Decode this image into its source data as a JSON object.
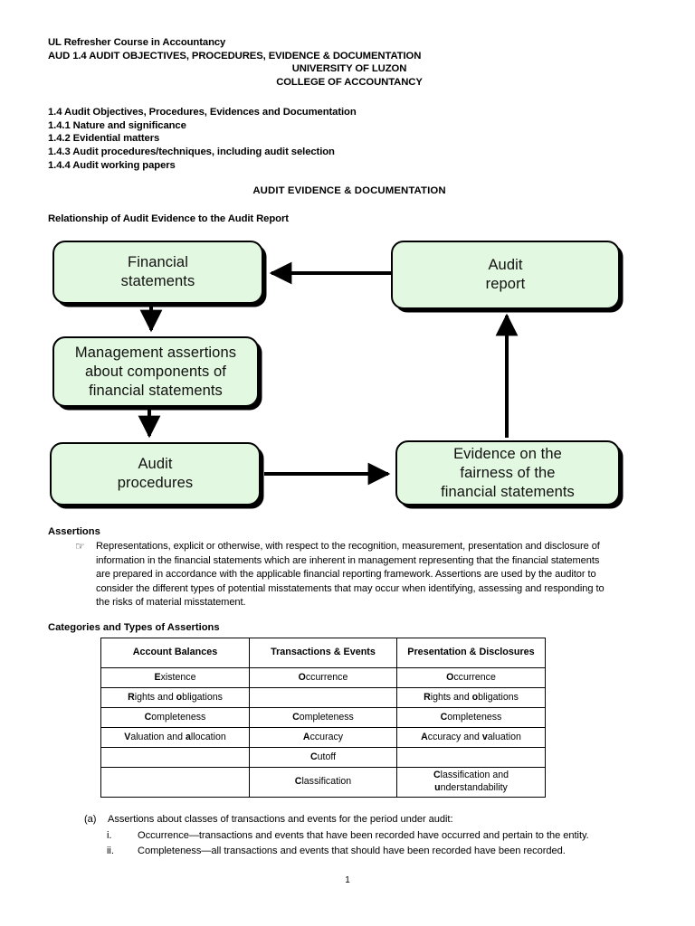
{
  "header": {
    "lines": [
      {
        "text": "UL Refresher Course in Accountancy",
        "align": "left"
      },
      {
        "text": "AUD 1.4 AUDIT OBJECTIVES, PROCEDURES, EVIDENCE & DOCUMENTATION",
        "align": "left"
      },
      {
        "text": "UNIVERSITY OF LUZON",
        "align": "center"
      },
      {
        "text": "COLLEGE OF ACCOUNTANCY",
        "align": "center"
      }
    ]
  },
  "outline": {
    "items": [
      "1.4 Audit Objectives, Procedures, Evidences and Documentation",
      "1.4.1 Nature and significance",
      "1.4.2 Evidential matters",
      "1.4.3 Audit procedures/techniques, including audit selection",
      "1.4.4 Audit working papers"
    ]
  },
  "section_title": "AUDIT EVIDENCE & DOCUMENTATION",
  "chart": {
    "caption": "Relationship of Audit Evidence to the Audit Report",
    "fill_color": "#e2f8e0",
    "border_color": "#000000",
    "nodes": {
      "financial_statements": {
        "line1": "Financial",
        "line2": "statements"
      },
      "management_assertions": {
        "line1": "Management assertions",
        "line2": "about components of",
        "line3": "financial statements"
      },
      "audit_procedures": {
        "line1": "Audit",
        "line2": "procedures"
      },
      "audit_report": {
        "line1": "Audit",
        "line2": "report"
      },
      "evidence_fairness": {
        "line1": "Evidence on the",
        "line2": "fairness of the",
        "line3": "financial statements"
      }
    }
  },
  "assertions": {
    "heading": "Assertions",
    "bullet_glyph": "☞",
    "body": "Representations, explicit or otherwise, with respect to the recognition, measurement, presentation and disclosure of information in the financial statements which are inherent in management representing that the financial statements are prepared in accordance with the applicable financial reporting framework. Assertions are used by the auditor to consider the different types of potential misstatements that may occur when identifying, assessing and responding to the risks of material misstatement."
  },
  "categories": {
    "heading": "Categories and Types of Assertions",
    "columns": [
      "Account Balances",
      "Transactions & Events",
      "Presentation & Disclosures"
    ],
    "rows": [
      [
        {
          "bold": "E",
          "rest": "xistence"
        },
        {
          "bold": "O",
          "rest": "ccurrence"
        },
        {
          "bold": "O",
          "rest": "ccurrence"
        }
      ],
      [
        {
          "bold": "R",
          "rest": "ights and ",
          "bold2": "o",
          "rest2": "bligations"
        },
        {
          "bold": "",
          "rest": ""
        },
        {
          "bold": "R",
          "rest": "ights and ",
          "bold2": "o",
          "rest2": "bligations"
        }
      ],
      [
        {
          "bold": "C",
          "rest": "ompleteness"
        },
        {
          "bold": "C",
          "rest": "ompleteness"
        },
        {
          "bold": "C",
          "rest": "ompleteness"
        }
      ],
      [
        {
          "bold": "V",
          "rest": "aluation and ",
          "bold2": "a",
          "rest2": "llocation"
        },
        {
          "bold": "A",
          "rest": "ccuracy"
        },
        {
          "bold": "A",
          "rest": "ccuracy and ",
          "bold2": "v",
          "rest2": "aluation"
        }
      ],
      [
        {
          "bold": "",
          "rest": ""
        },
        {
          "bold": "C",
          "rest": "utoff"
        },
        {
          "bold": "",
          "rest": ""
        }
      ],
      [
        {
          "bold": "",
          "rest": ""
        },
        {
          "bold": "C",
          "rest": "lassification"
        },
        {
          "bold": "C",
          "rest": "lassification and ",
          "bold2": "u",
          "rest2": "nderstandability"
        }
      ]
    ]
  },
  "bottom_list": {
    "item_a_marker": "(a)",
    "item_a_text": "Assertions about classes of transactions and events for the period under audit:",
    "sub_items": [
      {
        "marker": "i.",
        "text": "Occurrence—transactions and events that have been recorded have occurred and pertain to the entity."
      },
      {
        "marker": "ii.",
        "text": "Completeness—all transactions and events that should have been recorded have been recorded."
      }
    ]
  },
  "page_number": "1"
}
